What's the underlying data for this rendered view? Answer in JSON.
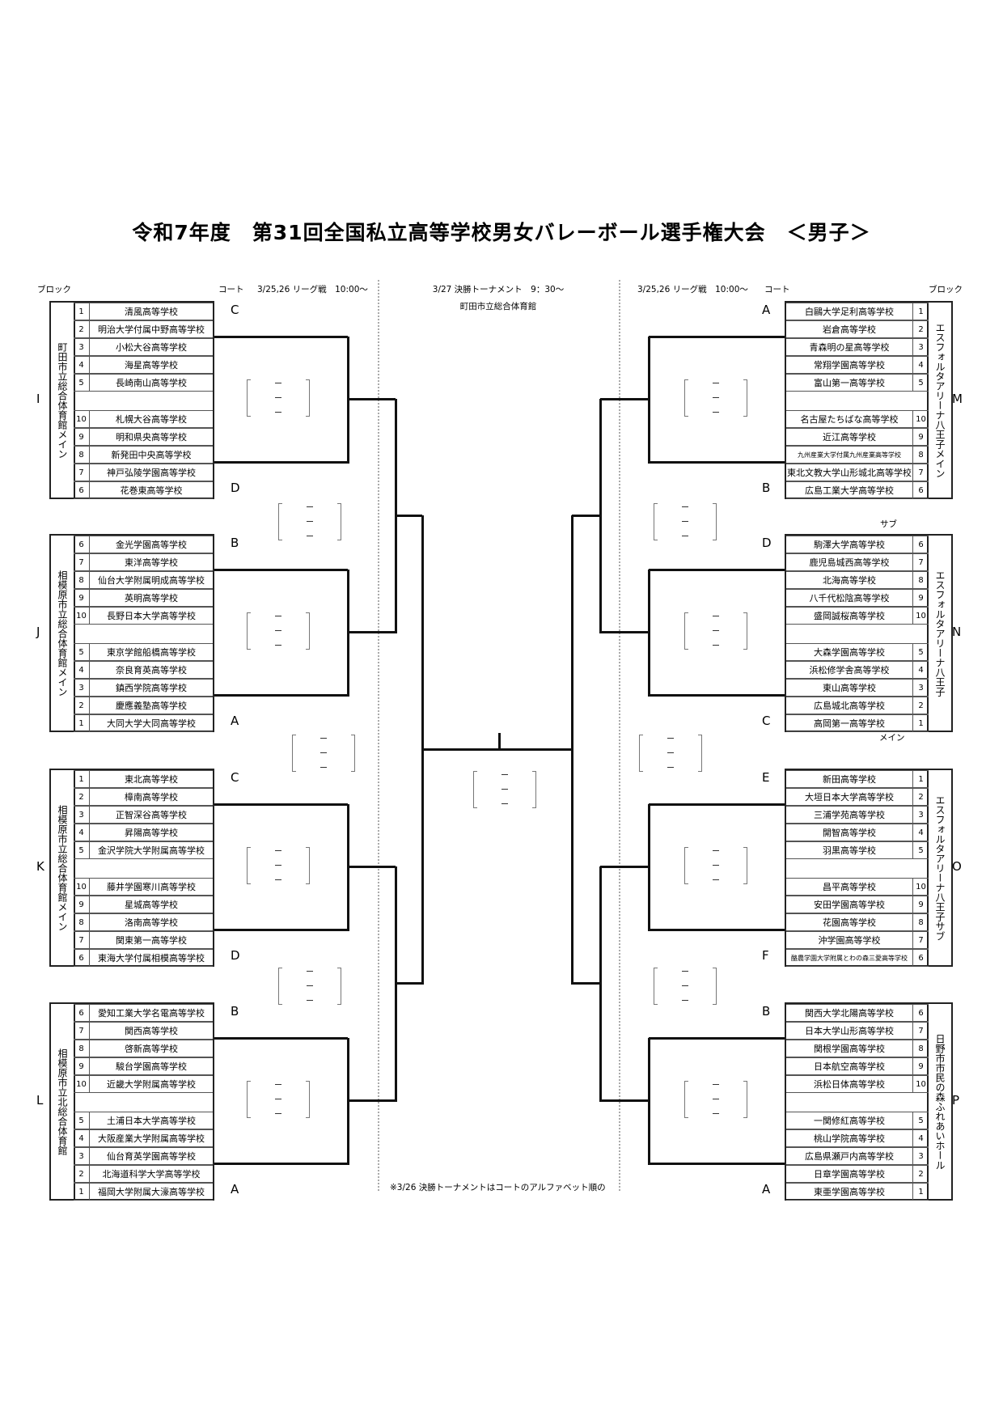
{
  "title": "令和7年度　第31回全国私立高等学校男女バレーボール選手権大会　＜男子＞",
  "header": {
    "block_label_left": "ブロック",
    "court_label_left": "コート",
    "league_left": "3/25,26 リーグ戦　10:00～",
    "final_title": "3/27 決勝トーナメント　9：30～",
    "final_venue": "町田市立総合体育館",
    "league_right": "3/25,26 リーグ戦　10:00～",
    "court_label_right": "コート",
    "block_label_right": "ブロック"
  },
  "notes": {
    "sub_label": "サブ",
    "main_label": "メイン",
    "footnote": "※3/26 決勝トーナメントはコートのアルファベット順の"
  },
  "blocks": [
    {
      "side": "left",
      "letter": "I",
      "venue": "町田市立総合体育館メイン",
      "court_top": "C",
      "court_bottom": "D",
      "teams": [
        [
          "1",
          "清風高等学校"
        ],
        [
          "2",
          "明治大学付属中野高等学校"
        ],
        [
          "3",
          "小松大谷高等学校"
        ],
        [
          "4",
          "海星高等学校"
        ],
        [
          "5",
          "長崎南山高等学校"
        ],
        [
          "10",
          "札幌大谷高等学校"
        ],
        [
          "9",
          "明和県央高等学校"
        ],
        [
          "8",
          "新発田中央高等学校"
        ],
        [
          "7",
          "神戸弘陵学園高等学校"
        ],
        [
          "6",
          "花巻東高等学校"
        ]
      ]
    },
    {
      "side": "left",
      "letter": "J",
      "venue": "相模原市立総合体育館メイン",
      "court_top": "B",
      "court_bottom": "A",
      "teams": [
        [
          "6",
          "金光学園高等学校"
        ],
        [
          "7",
          "東洋高等学校"
        ],
        [
          "8",
          "仙台大学附属明成高等学校"
        ],
        [
          "9",
          "英明高等学校"
        ],
        [
          "10",
          "長野日本大学高等学校"
        ],
        [
          "5",
          "東京学館船橋高等学校"
        ],
        [
          "4",
          "奈良育英高等学校"
        ],
        [
          "3",
          "鎮西学院高等学校"
        ],
        [
          "2",
          "慶應義塾高等学校"
        ],
        [
          "1",
          "大同大学大同高等学校"
        ]
      ]
    },
    {
      "side": "left",
      "letter": "K",
      "venue": "相模原市立総合体育館メイン",
      "court_top": "C",
      "court_bottom": "D",
      "teams": [
        [
          "1",
          "東北高等学校"
        ],
        [
          "2",
          "樟南高等学校"
        ],
        [
          "3",
          "正智深谷高等学校"
        ],
        [
          "4",
          "昇陽高等学校"
        ],
        [
          "5",
          "金沢学院大学附属高等学校"
        ],
        [
          "10",
          "藤井学園寒川高等学校"
        ],
        [
          "9",
          "星城高等学校"
        ],
        [
          "8",
          "洛南高等学校"
        ],
        [
          "7",
          "関東第一高等学校"
        ],
        [
          "6",
          "東海大学付属相模高等学校"
        ]
      ]
    },
    {
      "side": "left",
      "letter": "L",
      "venue": "相模原市立北総合体育館",
      "court_top": "B",
      "court_bottom": "A",
      "teams": [
        [
          "6",
          "愛知工業大学名電高等学校"
        ],
        [
          "7",
          "関西高等学校"
        ],
        [
          "8",
          "啓新高等学校"
        ],
        [
          "9",
          "駿台学園高等学校"
        ],
        [
          "10",
          "近畿大学附属高等学校"
        ],
        [
          "5",
          "土浦日本大学高等学校"
        ],
        [
          "4",
          "大阪産業大学附属高等学校"
        ],
        [
          "3",
          "仙台育英学園高等学校"
        ],
        [
          "2",
          "北海道科学大学高等学校"
        ],
        [
          "1",
          "福岡大学附属大濠高等学校"
        ]
      ]
    },
    {
      "side": "right",
      "letter": "M",
      "venue": "エスフォルタアリーナ八王子メイン",
      "court_top": "A",
      "court_bottom": "B",
      "teams": [
        [
          "1",
          "白鷗大学足利高等学校"
        ],
        [
          "2",
          "岩倉高等学校"
        ],
        [
          "3",
          "青森明の星高等学校"
        ],
        [
          "4",
          "常翔学園高等学校"
        ],
        [
          "5",
          "富山第一高等学校"
        ],
        [
          "10",
          "名古屋たちばな高等学校"
        ],
        [
          "9",
          "近江高等学校"
        ],
        [
          "8",
          "九州産業大学付属九州産業高等学校"
        ],
        [
          "7",
          "東北文教大学山形城北高等学校"
        ],
        [
          "6",
          "広島工業大学高等学校"
        ]
      ]
    },
    {
      "side": "right",
      "letter": "N",
      "venue": "エスフォルタアリーナ八王子",
      "court_top": "D",
      "court_bottom": "C",
      "teams": [
        [
          "6",
          "駒澤大学高等学校"
        ],
        [
          "7",
          "鹿児島城西高等学校"
        ],
        [
          "8",
          "北海高等学校"
        ],
        [
          "9",
          "八千代松陰高等学校"
        ],
        [
          "10",
          "盛岡誠桜高等学校"
        ],
        [
          "5",
          "大森学園高等学校"
        ],
        [
          "4",
          "浜松修学舎高等学校"
        ],
        [
          "3",
          "東山高等学校"
        ],
        [
          "2",
          "広島城北高等学校"
        ],
        [
          "1",
          "高岡第一高等学校"
        ]
      ]
    },
    {
      "side": "right",
      "letter": "O",
      "venue": "エスフォルタアリーナ八王子サブ",
      "court_top": "E",
      "court_bottom": "F",
      "teams": [
        [
          "1",
          "新田高等学校"
        ],
        [
          "2",
          "大垣日本大学高等学校"
        ],
        [
          "3",
          "三浦学苑高等学校"
        ],
        [
          "4",
          "開智高等学校"
        ],
        [
          "5",
          "羽黒高等学校"
        ],
        [
          "10",
          "昌平高等学校"
        ],
        [
          "9",
          "安田学園高等学校"
        ],
        [
          "8",
          "花園高等学校"
        ],
        [
          "7",
          "沖学園高等学校"
        ],
        [
          "6",
          "酪農学園大学附属とわの森三愛高等学校"
        ]
      ]
    },
    {
      "side": "right",
      "letter": "P",
      "venue": "日野市市民の森ふれあいホール",
      "court_top": "B",
      "court_bottom": "A",
      "teams": [
        [
          "6",
          "関西大学北陽高等学校"
        ],
        [
          "7",
          "日本大学山形高等学校"
        ],
        [
          "8",
          "関根学園高等学校"
        ],
        [
          "9",
          "日本航空高等学校"
        ],
        [
          "10",
          "浜松日体高等学校"
        ],
        [
          "5",
          "一関修紅高等学校"
        ],
        [
          "4",
          "桃山学院高等学校"
        ],
        [
          "3",
          "広島県瀬戸内高等学校"
        ],
        [
          "2",
          "日章学園高等学校"
        ],
        [
          "1",
          "東亜学園高等学校"
        ]
      ]
    }
  ]
}
